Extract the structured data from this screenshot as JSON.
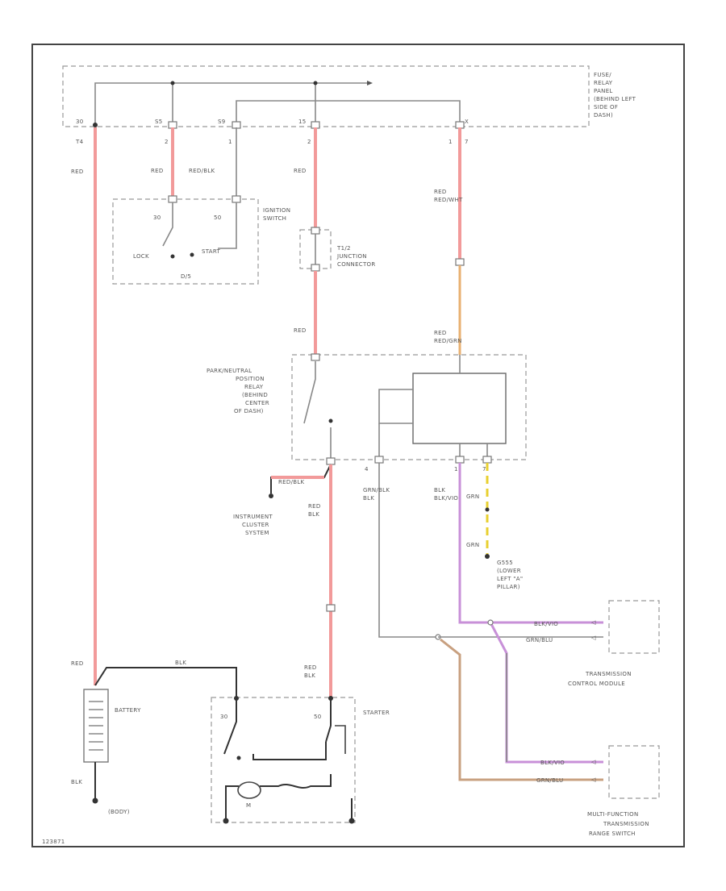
{
  "labels": {
    "fuse_box": [
      "FUSE/",
      "RELAY",
      "PANEL",
      "(BEHIND LEFT",
      "SIDE OF",
      "DASH)"
    ],
    "red": "RED",
    "red_blk": "RED/BLK",
    "red_wht": "RED/WHT",
    "red_grn": "RED/GRN",
    "grn_blk": "GRN/BLK",
    "blk_vio": "BLK/VIO",
    "grn": "GRN",
    "blk": "BLK",
    "ignition_switch": [
      "IGNITION",
      "SWITCH"
    ],
    "lock": "LOCK",
    "start": "START",
    "ign_sw_terms": [
      "30",
      "50"
    ],
    "ign_sw_id": "D/5",
    "junction": [
      "T1/2",
      "JUNCTION",
      "CONNECTOR"
    ],
    "relay": [
      "PARK/NEUTRAL",
      "POSITION",
      "RELAY",
      "(BEHIND",
      "CENTER",
      "OF DASH)"
    ],
    "instrument_cluster": [
      "INSTRUMENT",
      "CLUSTER",
      "SYSTEM"
    ],
    "ground_g": [
      "G555",
      "(LOWER",
      "LEFT \"A\"",
      "PILLAR)"
    ],
    "battery": "BATTERY",
    "body": "(BODY)",
    "starter": "STARTER",
    "starter_terms": [
      "30",
      "50"
    ],
    "starter_m": "M",
    "tcm": [
      "TRANSMISSION",
      "CONTROL MODULE"
    ],
    "mftrs": [
      "MULTI-FUNCTION",
      "TRANSMISSION",
      "RANGE SWITCH"
    ],
    "fuse_pins": [
      "30",
      "S5",
      "S9",
      "15",
      "X"
    ],
    "pin_nums": [
      "T4",
      "2",
      "1",
      "2",
      "1",
      "7"
    ],
    "relay_pins": [
      "4",
      "1",
      "7"
    ],
    "wire_tcm": [
      "BLK/VIO",
      "GRN/BLU"
    ],
    "wire_mftrs": [
      "BLK/VIO",
      "GRN/BLU"
    ],
    "footer": "123871"
  }
}
